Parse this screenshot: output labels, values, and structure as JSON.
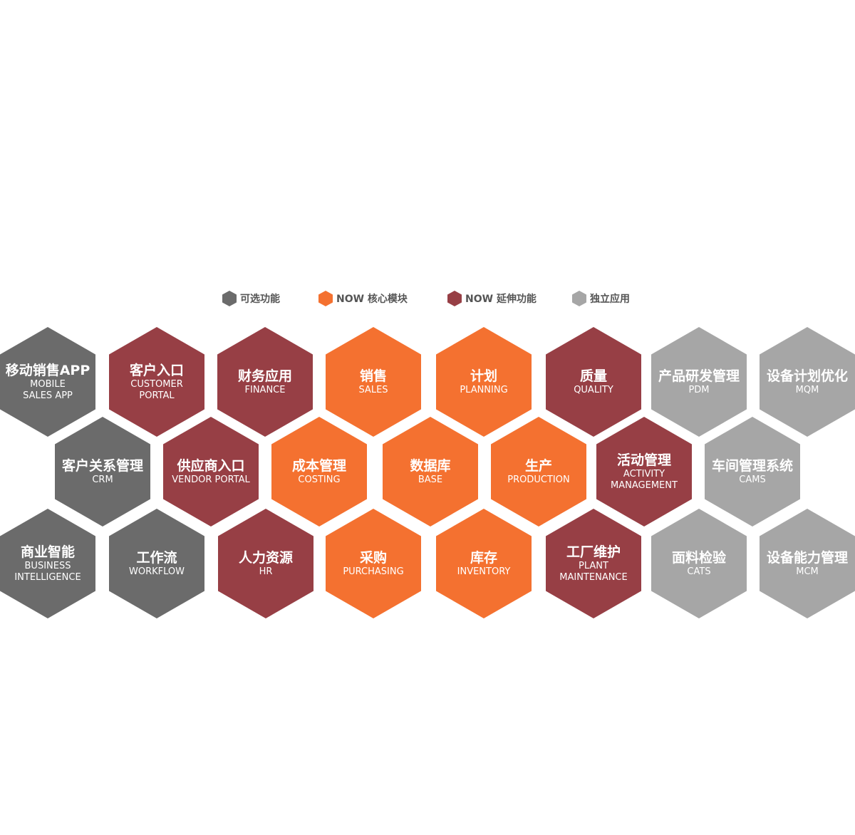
{
  "legend": [
    {
      "label": "可选功能",
      "color": "#6b6b6b",
      "icon": "gray-hexagon-icon"
    },
    {
      "label": "NOW 核心模块",
      "color": "#f47130",
      "icon": "orange-hexagon-icon"
    },
    {
      "label": "NOW 延伸功能",
      "color": "#973f45",
      "icon": "red-hexagon-icon"
    },
    {
      "label": "独立应用",
      "color": "#a6a6a6",
      "icon": "lightgray-hexagon-icon"
    }
  ],
  "colors": {
    "optional": "#6b6b6b",
    "core": "#f47130",
    "extension": "#973f45",
    "standalone": "#a6a6a6"
  },
  "modules": {
    "row1": [
      {
        "cn": "移动销售APP",
        "en": "MOBILE\nSALES APP",
        "category": "optional"
      },
      {
        "cn": "客户入口",
        "en": "CUSTOMER\nPORTAL",
        "category": "extension"
      },
      {
        "cn": "财务应用",
        "en": "FINANCE",
        "category": "extension"
      },
      {
        "cn": "销售",
        "en": "SALES",
        "category": "core"
      },
      {
        "cn": "计划",
        "en": "PLANNING",
        "category": "core"
      },
      {
        "cn": "质量",
        "en": "QUALITY",
        "category": "extension"
      },
      {
        "cn": "产品研发管理",
        "en": "PDM",
        "category": "standalone"
      },
      {
        "cn": "设备计划优化",
        "en": "MQM",
        "category": "standalone"
      }
    ],
    "row2": [
      {
        "cn": "客户关系管理",
        "en": "CRM",
        "category": "optional"
      },
      {
        "cn": "供应商入口",
        "en": "VENDOR PORTAL",
        "category": "extension"
      },
      {
        "cn": "成本管理",
        "en": "COSTING",
        "category": "core"
      },
      {
        "cn": "数据库",
        "en": "BASE",
        "category": "core"
      },
      {
        "cn": "生产",
        "en": "PRODUCTION",
        "category": "core"
      },
      {
        "cn": "活动管理",
        "en": "ACTIVITY\nMANAGEMENT",
        "category": "extension"
      },
      {
        "cn": "车间管理系统",
        "en": "CAMS",
        "category": "standalone"
      }
    ],
    "row3": [
      {
        "cn": "商业智能",
        "en": "BUSINESS\nINTELLIGENCE",
        "category": "optional"
      },
      {
        "cn": "工作流",
        "en": "WORKFLOW",
        "category": "optional"
      },
      {
        "cn": "人力资源",
        "en": "HR",
        "category": "extension"
      },
      {
        "cn": "采购",
        "en": "PURCHASING",
        "category": "core"
      },
      {
        "cn": "库存",
        "en": "INVENTORY",
        "category": "core"
      },
      {
        "cn": "工厂维护",
        "en": "PLANT\nMAINTENANCE",
        "category": "extension"
      },
      {
        "cn": "面料检验",
        "en": "CATS",
        "category": "standalone"
      },
      {
        "cn": "设备能力管理",
        "en": "MCM",
        "category": "standalone"
      }
    ]
  }
}
